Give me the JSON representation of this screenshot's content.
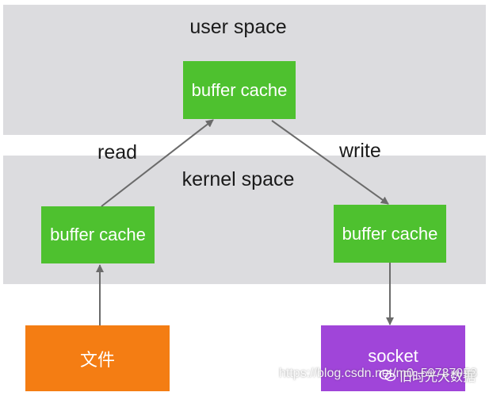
{
  "user_space": {
    "title": "user space",
    "buffer_label": "buffer cache"
  },
  "kernel_space": {
    "title": "kernel space",
    "read_buffer_label": "buffer cache",
    "write_buffer_label": "buffer cache"
  },
  "edges": {
    "read_label": "read",
    "write_label": "write"
  },
  "file_box": {
    "label": "文件"
  },
  "socket_box": {
    "label": "socket"
  },
  "watermark": {
    "url": "https://blog.csdn.net/m0_59737058",
    "brand": "旧时光大数据"
  },
  "colors": {
    "band": "#dcdcdf",
    "buffer": "#4ec12f",
    "file": "#f47d13",
    "socket": "#a045d9",
    "arrow": "#6b6b6b"
  }
}
